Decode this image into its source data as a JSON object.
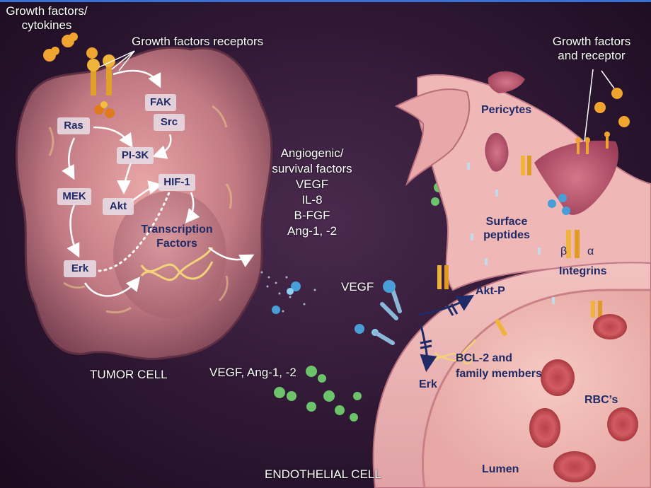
{
  "labels": {
    "growth_factors_cytokines": [
      "Growth factors/",
      "cytokines"
    ],
    "growth_factors_receptors": "Growth factors receptors",
    "growth_factors_and_receptor": [
      "Growth factors",
      "and receptor"
    ],
    "angiogenic_factors": [
      "Angiogenic/",
      "survival factors",
      "VEGF",
      "IL-8",
      "B-FGF",
      "Ang-1, -2"
    ],
    "tumor_cell": "TUMOR CELL",
    "endothelial_cell": "ENDOTHELIAL CELL",
    "vegf_ang": "VEGF, Ang-1, -2",
    "vegf": "VEGF",
    "pericytes": "Pericytes",
    "surface_peptides": [
      "Surface",
      "peptides"
    ],
    "beta": "β",
    "alpha": "α",
    "integrins": "Integrins",
    "akt_p": "Akt-P",
    "erk_endo": "Erk",
    "bcl2": [
      "BCL-2 and",
      "family members"
    ],
    "rbcs": "RBC’s",
    "lumen": "Lumen"
  },
  "pathway_boxes": {
    "fak": "FAK",
    "src": "Src",
    "ras": "Ras",
    "pi3k": "PI-3K",
    "mek": "MEK",
    "akt": "Akt",
    "hif1": "HIF-1",
    "erk": "Erk",
    "transcription_factors": [
      "Transcription",
      "Factors"
    ]
  },
  "colors": {
    "background": "#2e1733",
    "accent_bar": "#3b6fd1",
    "box_text": "#1f2a66",
    "label_text": "#ffffff"
  }
}
